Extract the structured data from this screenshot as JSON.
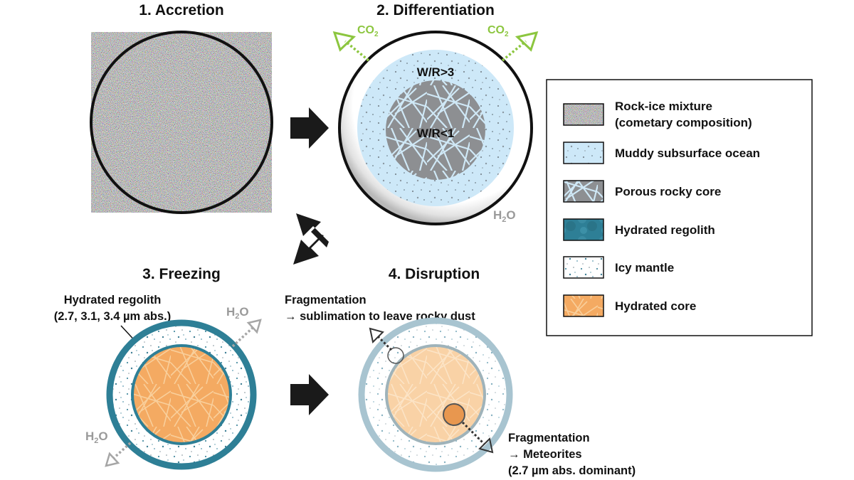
{
  "stages": {
    "accretion": "1. Accretion",
    "differentiation": "2. Differentiation",
    "freezing": "3. Freezing",
    "disruption": "4. Disruption"
  },
  "diff_labels": {
    "co2": "CO",
    "co2_sub": "2",
    "wr_outer": "W/R>3",
    "wr_inner": "W/R<1",
    "h2o_h": "H",
    "h2o_sub": "2",
    "h2o_o": "O"
  },
  "freezing_labels": {
    "regolith_line1": "Hydrated regolith",
    "regolith_line2": "(2.7, 3.1, 3.4 µm abs.)"
  },
  "disruption_labels": {
    "frag_top_line1": "Fragmentation",
    "frag_top_line2": "→ sublimation to leave rocky dust",
    "frag_bottom_line1": "Fragmentation",
    "frag_bottom_line2": "→ Meteorites",
    "frag_bottom_line3": "(2.7 µm abs. dominant)"
  },
  "legend": [
    {
      "id": "rock-ice",
      "line1": "Rock-ice mixture",
      "line2": "(cometary composition)"
    },
    {
      "id": "ocean",
      "line1": "Muddy subsurface ocean"
    },
    {
      "id": "rocky-core",
      "line1": "Porous rocky core"
    },
    {
      "id": "regolith",
      "line1": "Hydrated regolith"
    },
    {
      "id": "icy-mantle",
      "line1": "Icy mantle"
    },
    {
      "id": "hydrated-core",
      "line1": "Hydrated core"
    }
  ],
  "colors": {
    "ocean": "#cde8f8",
    "rocky_core": "#8d8f92",
    "regolith": "#2e7f96",
    "regolith_faded": "#a8c4d0",
    "hydrated_core": "#f4aa62",
    "hydrated_core_faded": "#f9d2a6",
    "co2_arrow": "#8cc63f",
    "h2o_arrow": "#9a9a9a"
  }
}
